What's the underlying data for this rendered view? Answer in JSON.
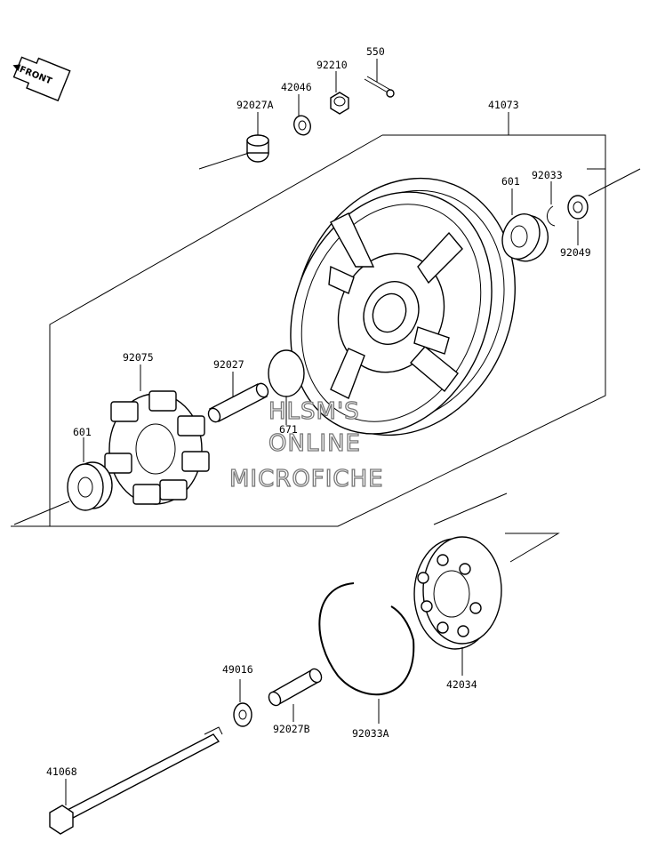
{
  "front_arrow_text": "FRONT",
  "watermark": [
    "HLSM'S",
    "ONLINE",
    "MICROFICHE"
  ],
  "labels": {
    "p550": "550",
    "p92210": "92210",
    "p42046": "42046",
    "p92027A": "92027A",
    "p41073": "41073",
    "p601_top": "601",
    "p92033": "92033",
    "p92049": "92049",
    "p92075": "92075",
    "p92027": "92027",
    "p671": "671",
    "p601_left": "601",
    "p42034": "42034",
    "p49016": "49016",
    "p92027B": "92027B",
    "p92033A": "92033A",
    "p41068": "41068"
  }
}
